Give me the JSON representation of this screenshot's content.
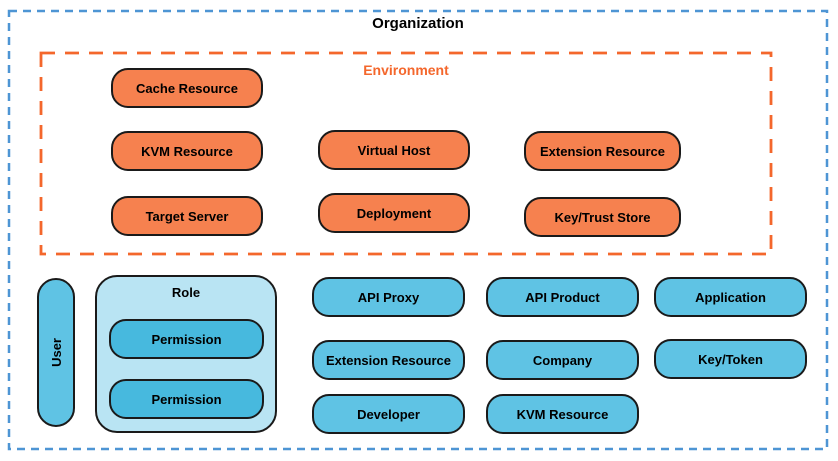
{
  "title": "Organization",
  "environment": {
    "label": "Environment",
    "pills": [
      {
        "label": "Cache Resource"
      },
      {
        "label": "KVM Resource"
      },
      {
        "label": "Virtual Host"
      },
      {
        "label": "Extension Resource"
      },
      {
        "label": "Target Server"
      },
      {
        "label": "Deployment"
      },
      {
        "label": "Key/Trust Store"
      }
    ]
  },
  "organization": {
    "user_label": "User",
    "role": {
      "label": "Role",
      "permissions": [
        {
          "label": "Permission"
        },
        {
          "label": "Permission"
        }
      ]
    },
    "pills": [
      {
        "label": "API Proxy"
      },
      {
        "label": "API Product"
      },
      {
        "label": "Application"
      },
      {
        "label": "Extension Resource"
      },
      {
        "label": "Company"
      },
      {
        "label": "Key/Token"
      },
      {
        "label": "Developer"
      },
      {
        "label": "KVM Resource"
      }
    ]
  },
  "colors": {
    "organization_border": "#4E95D4",
    "environment_accent": "#F4672C",
    "environment_pill_fill": "#F6814F",
    "organization_pill_fill": "#5FC3E4",
    "permission_pill_fill": "#47B9DE",
    "role_container_fill": "#B9E4F3",
    "shape_border": "#1A1A1A"
  }
}
